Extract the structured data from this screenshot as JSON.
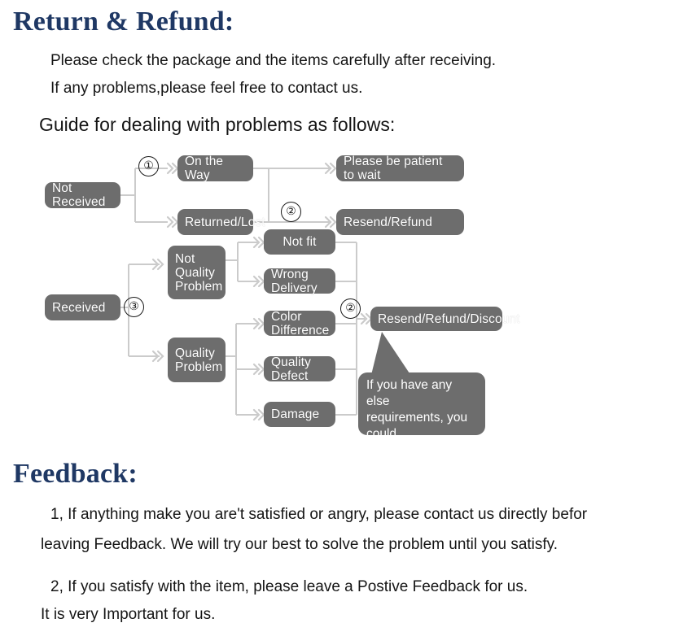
{
  "document": {
    "return_section": {
      "heading": "Return & Refund:",
      "lines": [
        "Please check the package and the items carefully after receiving.",
        "If any problems,please feel free to contact us."
      ],
      "guide_heading": "Guide for dealing with problems as follows:"
    },
    "feedback_section": {
      "heading": "Feedback:",
      "lines": [
        "1, If anything make you are't satisfied or angry, please contact us directly befor",
        "leaving Feedback. We will try our best to solve the problem until you satisfy.",
        "2, If you satisfy with the item, please leave a Postive Feedback for us.",
        "It is very Important for us."
      ]
    }
  },
  "flowchart": {
    "nodes": {
      "not_received": "Not Received",
      "on_the_way": "On the Way",
      "returned_lost": "Returned/Lost",
      "please_be_patient": "Please be patient to wait",
      "resend_refund": "Resend/Refund",
      "received": "Received",
      "not_quality_problem": "Not\nQuality\nProblem",
      "quality_problem": "Quality\nProblem",
      "not_fit": "Not fit",
      "wrong_delivery": "Wrong Delivery",
      "color_difference": "Color Difference",
      "quality_defect": "Quality Defect",
      "damage": "Damage",
      "resend_refund_discount": "Resend/Refund/Discount"
    },
    "callout": "If you have any else\nrequirements, you could\nalso tell us!",
    "markers": {
      "one": "①",
      "two_top": "②",
      "two_bottom": "②",
      "three": "③"
    },
    "colors": {
      "node_fill": "#6d6d6d",
      "node_text": "#ffffff",
      "connector": "#cccccc",
      "heading": "#1f3864"
    }
  }
}
